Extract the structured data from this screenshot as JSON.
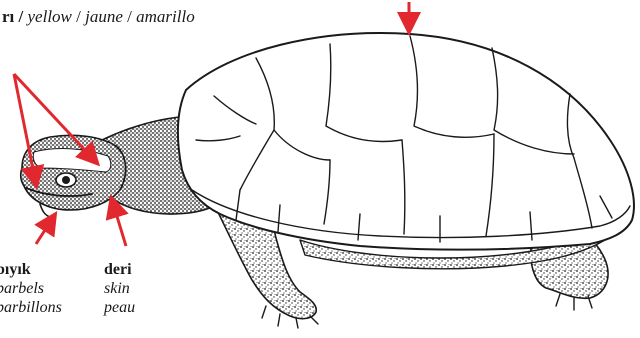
{
  "labels": {
    "color": {
      "tr": "rı /",
      "en": "yellow",
      "sep1": "/",
      "fr": "jaune",
      "sep2": "/",
      "es": "amarillo"
    },
    "barbels": {
      "tr": "bıyık",
      "en": "barbels",
      "fr": "barbillons"
    },
    "skin": {
      "tr": "deri",
      "en": "skin",
      "fr": "peau"
    }
  },
  "colors": {
    "arrow": "#e0282e",
    "ink": "#1a1a1a",
    "shell_fill": "#ffffff"
  },
  "icons": {
    "subject": "turtle-illustration"
  }
}
